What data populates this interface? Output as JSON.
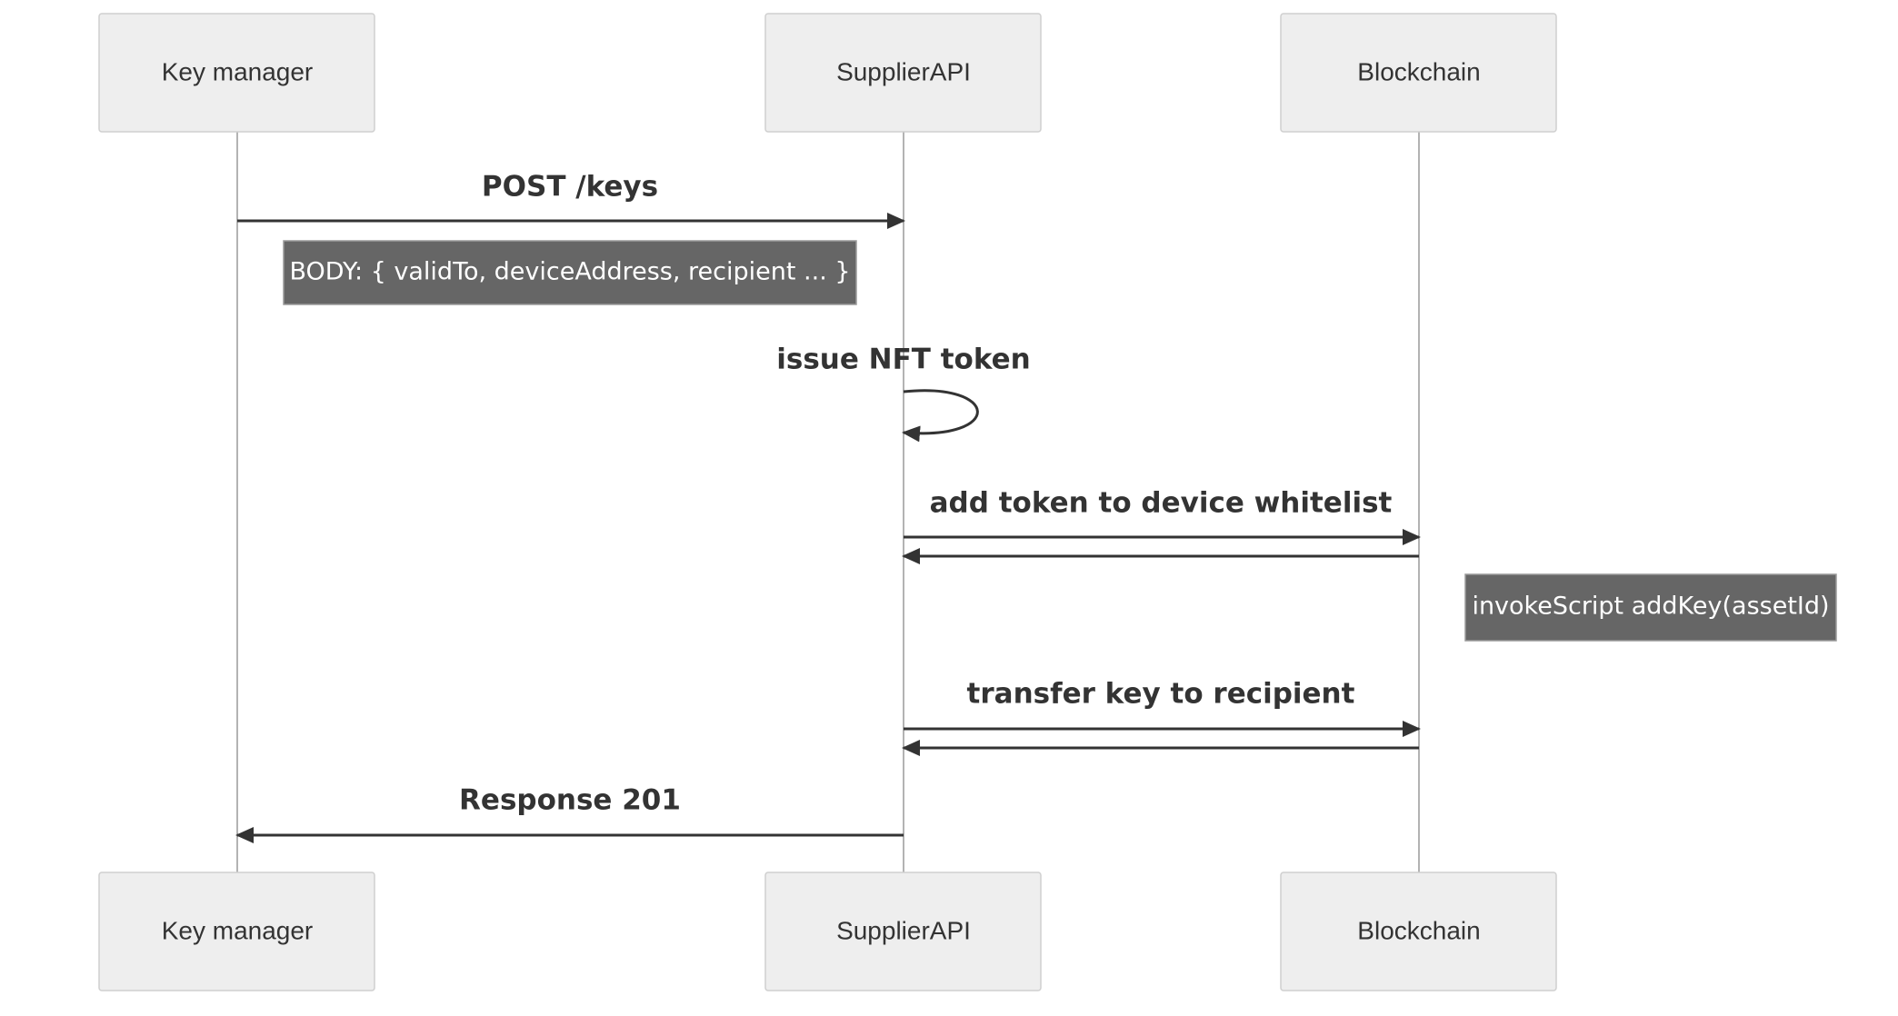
{
  "participants": [
    {
      "id": "km",
      "label": "Key manager"
    },
    {
      "id": "api",
      "label": "SupplierAPI"
    },
    {
      "id": "bc",
      "label": "Blockchain"
    }
  ],
  "messages": {
    "post_keys": "POST /keys",
    "issue_nft": "issue NFT token",
    "add_token": "add token to device whitelist",
    "transfer_key": "transfer key to recipient",
    "response": "Response 201"
  },
  "notes": {
    "body": "BODY: { validTo, deviceAddress, recipient ... }",
    "invoke": "invokeScript addKey(assetId)"
  },
  "colors": {
    "actor_fill": "#eeeeee",
    "actor_border": "#cfcfcf",
    "line": "#333333",
    "note_fill": "#666666"
  }
}
